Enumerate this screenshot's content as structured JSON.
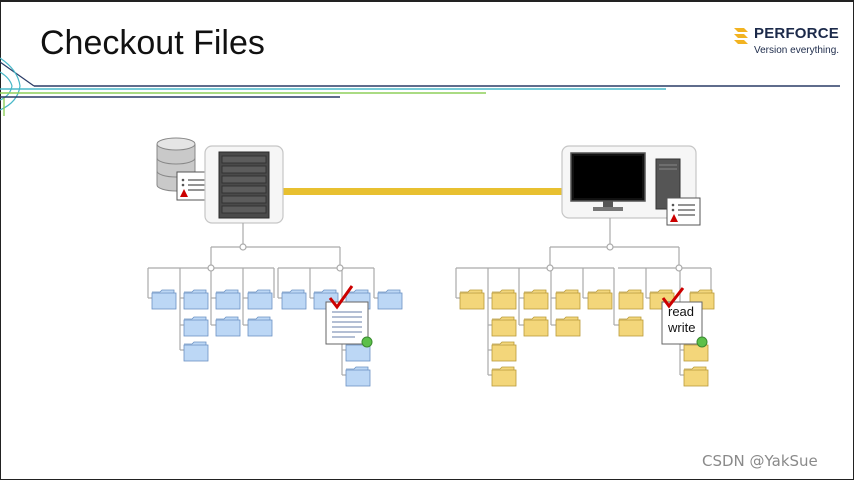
{
  "slide": {
    "title": "Checkout Files"
  },
  "brand": {
    "name": "PERFORCE",
    "tagline": "Version everything.",
    "color": "#1c2a4a",
    "accent": "#f2b321"
  },
  "diagram": {
    "connection_color": "#e8c030",
    "left_file_color": "#bcd7f5",
    "right_file_color": "#f3d67a",
    "checkmark_color": "#cc0000",
    "status_dot_color": "#5cc04a",
    "workspace_file_labels": [
      "read",
      "write"
    ]
  },
  "watermark": "CSDN @YakSue"
}
